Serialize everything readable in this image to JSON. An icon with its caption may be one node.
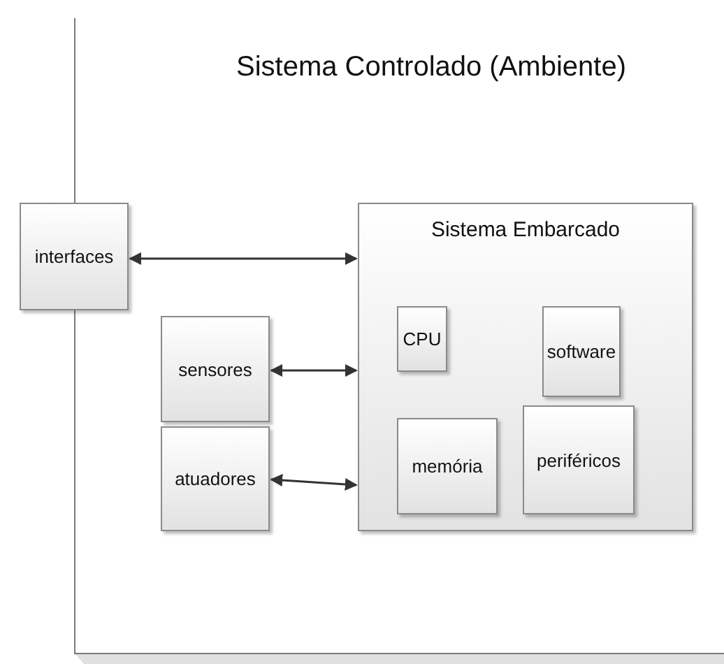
{
  "diagram": {
    "nodes": [
      {
        "text": [
          "Sistema Controlado (Ambiente)"
        ]
      },
      {
        "text": [
          "interfaces"
        ]
      },
      {
        "text": [
          "sensores"
        ],
        "in": 0
      },
      {
        "text": [
          "atuadores"
        ],
        "in": 0
      },
      {
        "text": [
          "Sistema Embarcado"
        ],
        "in": 0
      },
      {
        "text": [
          "CPU"
        ],
        "in": 4
      },
      {
        "text": [
          "software"
        ],
        "in": 4
      },
      {
        "text": [
          "memória"
        ],
        "in": 4
      },
      {
        "text": [
          "periféricos"
        ],
        "in": 4
      }
    ],
    "edges": [
      {
        "from": 1,
        "to": 4,
        "arrow": "both"
      },
      {
        "from": 2,
        "to": 4,
        "arrow": "both"
      },
      {
        "from": 3,
        "to": 4,
        "arrow": "both"
      }
    ]
  }
}
